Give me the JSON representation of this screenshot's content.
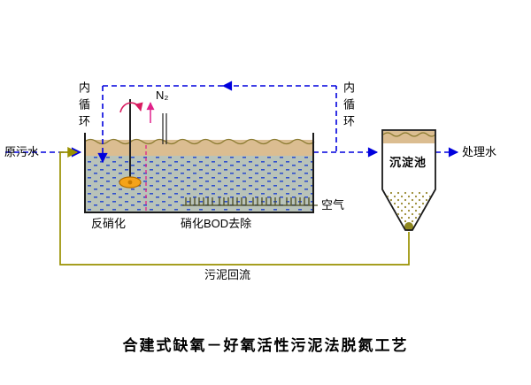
{
  "labels": {
    "raw_water": "原污水",
    "inner_loop_left": "内循环",
    "inner_loop_right": "内循环",
    "n2": "N₂",
    "air": "空气",
    "denitrification": "反硝化",
    "nitrification_bod": "硝化BOD去除",
    "clarifier": "沉淀池",
    "treated_water": "处理水",
    "sludge_return": "污泥回流",
    "title": "合建式缺氧－好氧活性污泥法脱氮工艺"
  },
  "colors": {
    "flow_line_blue": "#0000dd",
    "sludge_line_olive": "#9a9100",
    "scum_tan": "#dbbd91",
    "water_gray_green": "#b9c3b9",
    "water_speckle_blue": "#3050cc",
    "impeller_orange": "#f5a31a",
    "gas_magenta": "#e0218a",
    "rotation_arrow_red": "#d81b60"
  }
}
